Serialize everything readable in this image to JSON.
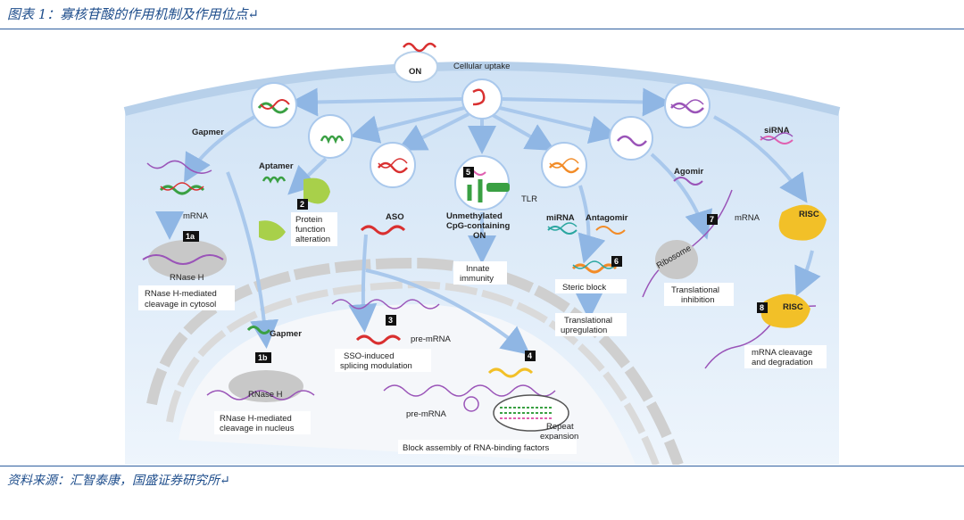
{
  "header": {
    "title": "图表 1：寡核苷酸的作用机制及作用位点↵"
  },
  "footer": {
    "source": "资料来源：汇智泰康，国盛证券研究所↵"
  },
  "diagram": {
    "on": "ON",
    "cellular_uptake": "Cellular uptake",
    "gapmer": "Gapmer",
    "aptamer": "Aptamer",
    "aso": "ASO",
    "unmethylated": [
      "Unmethylated",
      "CpG-containing",
      "ON"
    ],
    "tlr": "TLR",
    "mirna": "miRNA",
    "antagomir": "Antagomir",
    "agomir": "Agomir",
    "sirna": "siRNA",
    "mrna": "mRNA",
    "mrna_right": "mRNA",
    "rnase_h": "RNase H",
    "rnase_h_nucleus": "RNase H",
    "ribosome": "Ribosome",
    "risc": "RISC",
    "risc2": "RISC",
    "pre_mrna": "pre-mRNA",
    "pre_mrna2": "pre-mRNA",
    "gapmer_nucleus": "Gapmer",
    "repeat_expansion": [
      "Repeat",
      "expansion"
    ],
    "boxes": [
      {
        "n": "1a",
        "caption": [
          "RNase H-mediated",
          "cleavage in cytosol"
        ]
      },
      {
        "n": "1b",
        "caption": [
          "RNase H-mediated",
          "cleavage in nucleus"
        ]
      },
      {
        "n": "2",
        "caption": [
          "Protein",
          "function",
          "alteration"
        ]
      },
      {
        "n": "3",
        "caption": [
          "SSO-induced",
          "splicing modulation"
        ]
      },
      {
        "n": "4",
        "caption": [
          "Block assembly of RNA-binding factors"
        ]
      },
      {
        "n": "5",
        "caption": [
          "Innate",
          "immunity"
        ]
      },
      {
        "n": "6",
        "caption": [
          "Steric block"
        ]
      },
      {
        "n": "7",
        "caption": [
          "Translational",
          "inhibition"
        ]
      },
      {
        "n": "8",
        "caption": [
          "mRNA cleavage",
          "and degradation"
        ]
      }
    ],
    "translational_upregulation": [
      "Translational",
      "upregulation"
    ],
    "colors": {
      "cell": "#d6e6f6",
      "membrane": "#b9d2ec",
      "nucleus_ring": "#c8c8c8",
      "red": "#d93030",
      "green": "#3aa043",
      "purple": "#9a54b8",
      "orange": "#f28c28",
      "teal": "#2aa6a0",
      "yellow": "#f2c028",
      "arrow": "#a9c8ec"
    }
  }
}
